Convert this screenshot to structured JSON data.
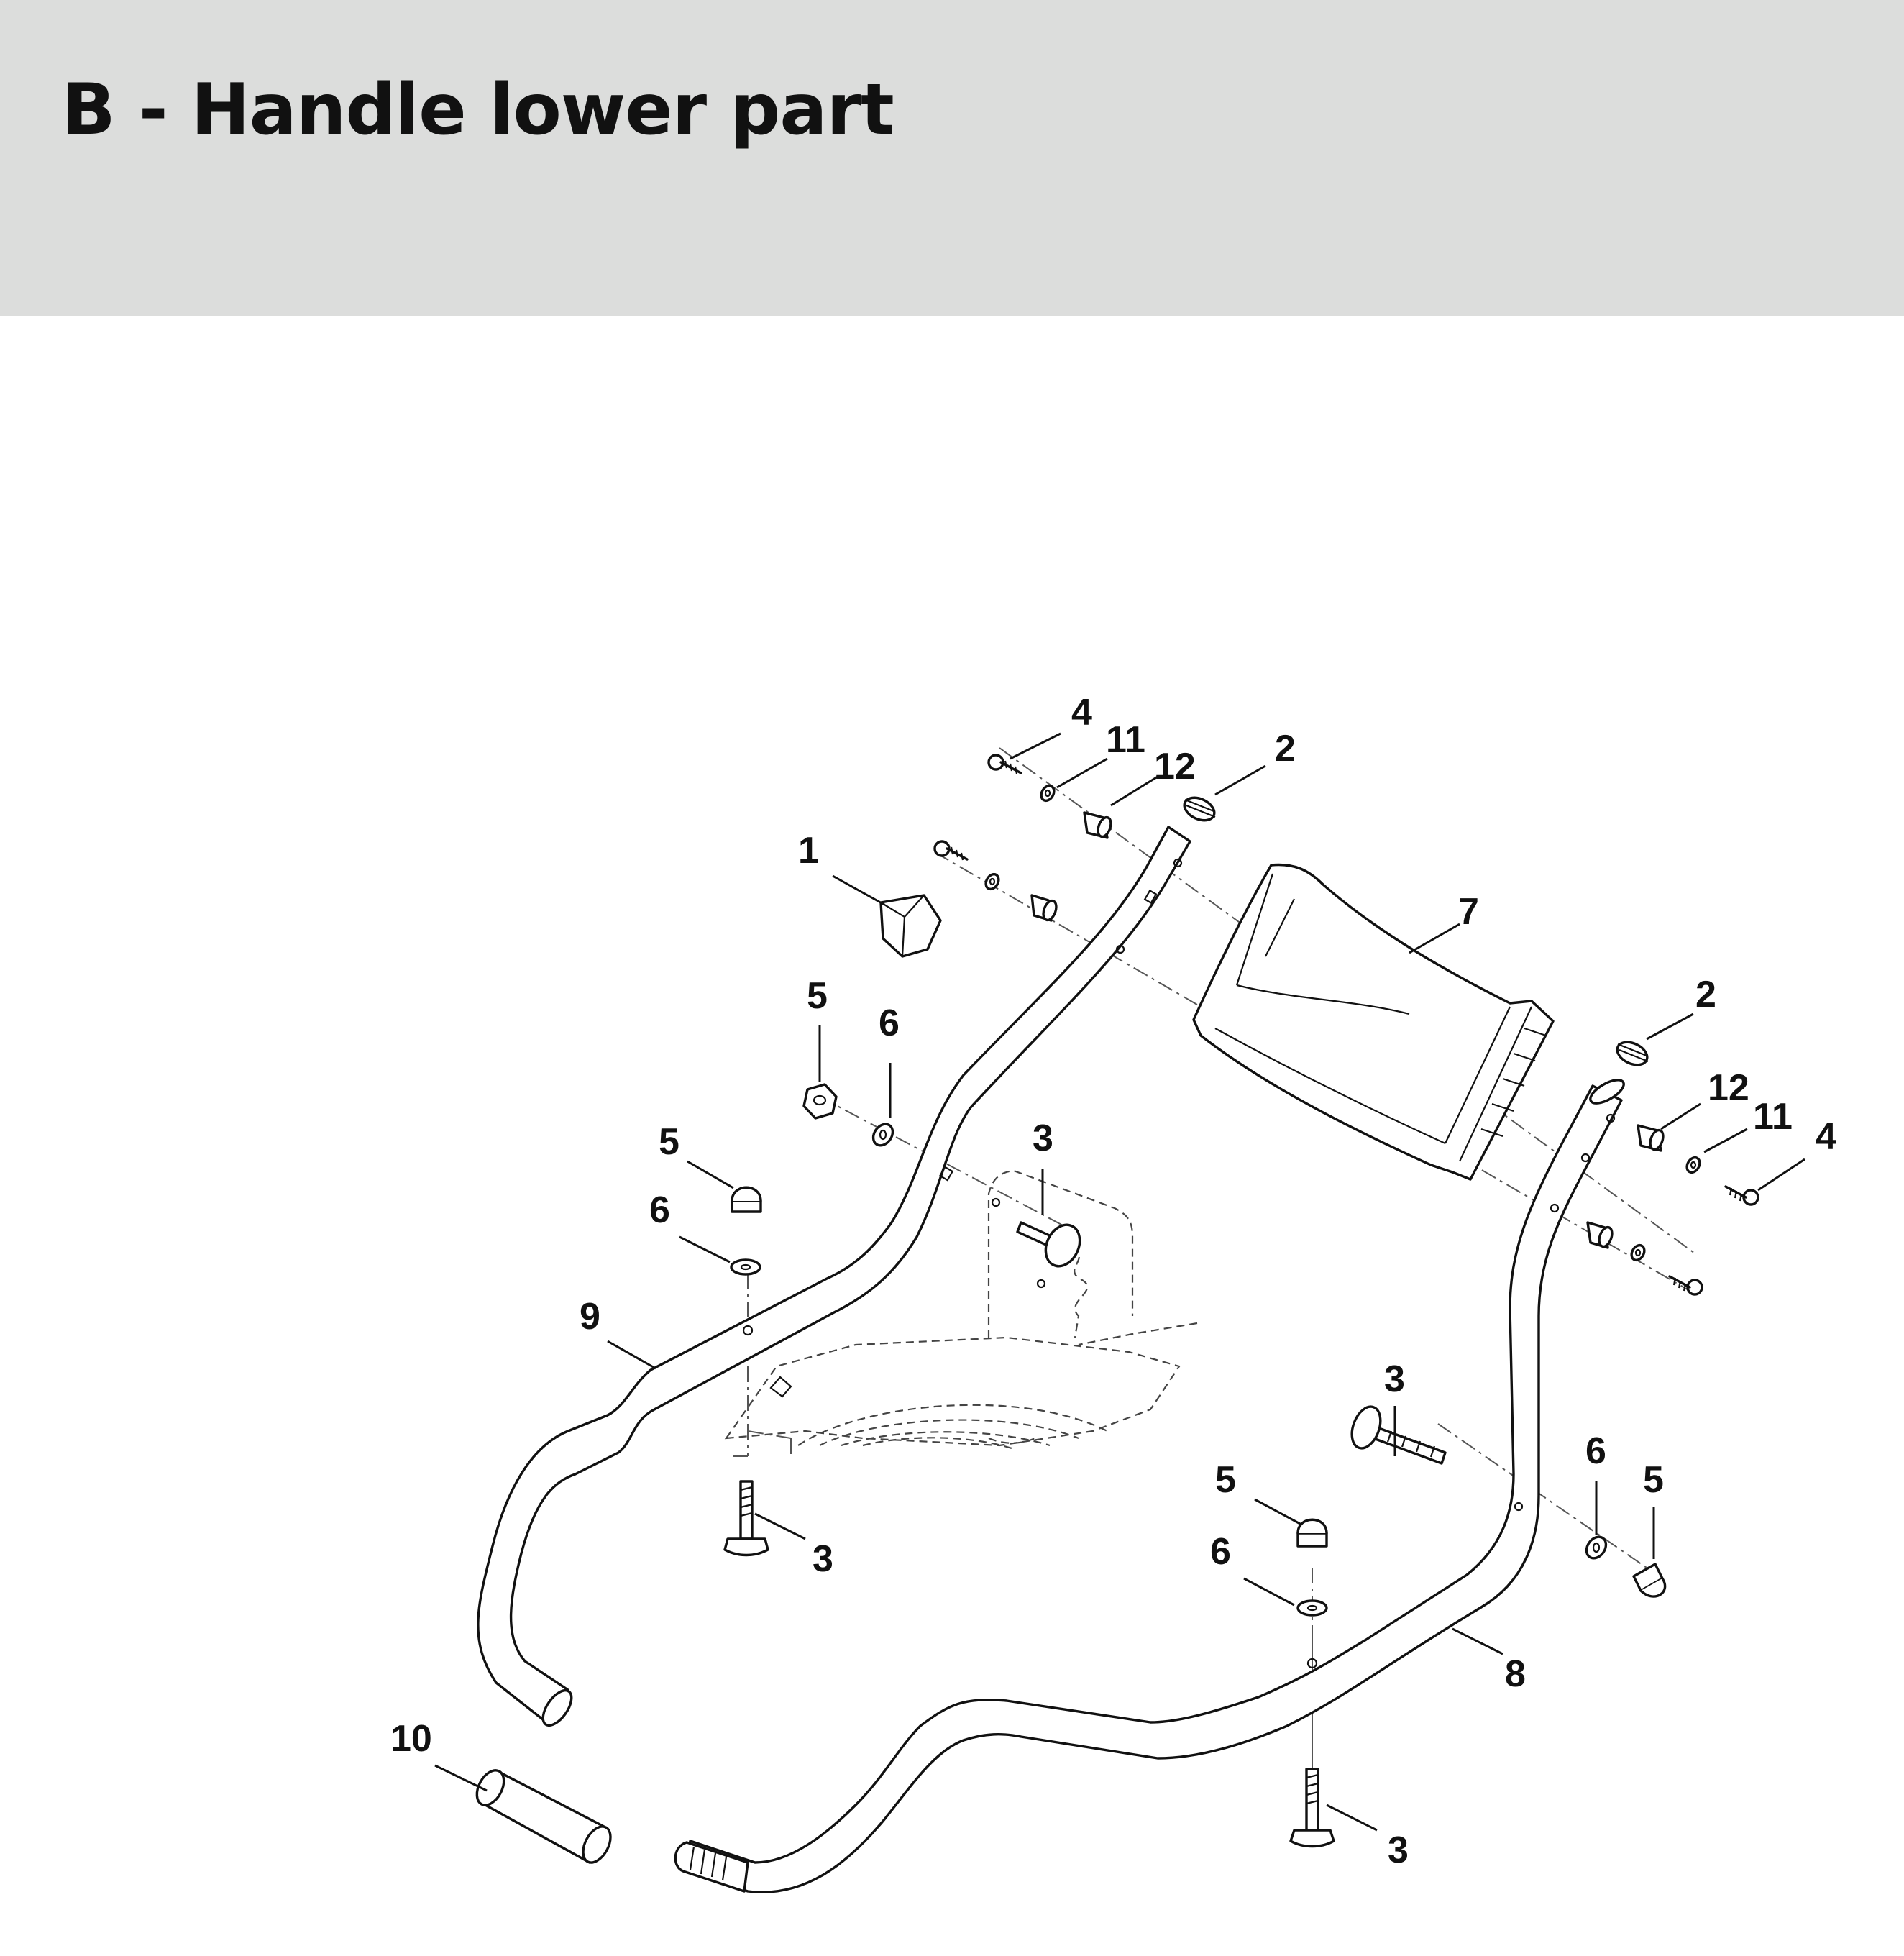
{
  "header": {
    "title": "B - Handle lower part"
  },
  "callouts": {
    "c1": "1",
    "c2a": "2",
    "c2b": "2",
    "c3a": "3",
    "c3b": "3",
    "c3c": "3",
    "c3d": "3",
    "c4a": "4",
    "c4b": "4",
    "c5a": "5",
    "c5b": "5",
    "c5c": "5",
    "c5d": "5",
    "c6a": "6",
    "c6b": "6",
    "c6c": "6",
    "c6d": "6",
    "c7": "7",
    "c8": "8",
    "c9": "9",
    "c10": "10",
    "c11a": "11",
    "c11b": "11",
    "c12a": "12",
    "c12b": "12"
  },
  "colors": {
    "header_bg": "#dcdddc",
    "line": "#111111"
  }
}
